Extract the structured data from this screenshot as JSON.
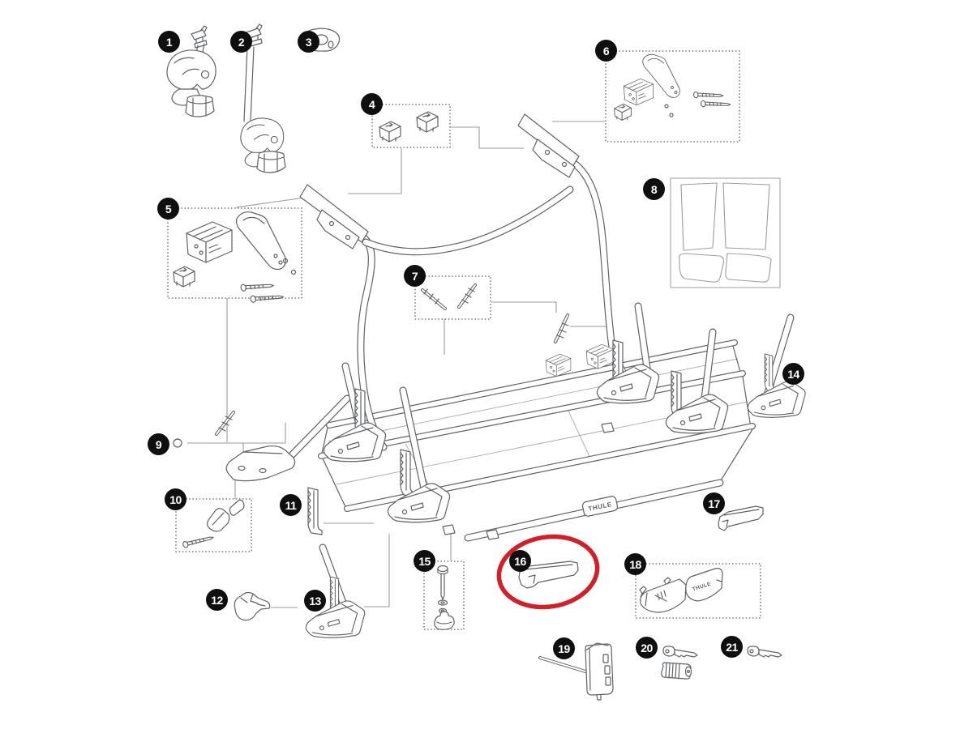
{
  "diagram": {
    "title": "Bike carrier exploded spare parts diagram",
    "brand_label": "THULE",
    "highlighted_part": "16",
    "callout_count": 21
  },
  "colors": {
    "background": "#ffffff",
    "line_art": "#5f6265",
    "leader_line": "#9a9a9a",
    "callout_bg": "#0f0f0f",
    "callout_text": "#ffffff",
    "highlight_ring": "#d0202a"
  },
  "callouts": [
    "1",
    "2",
    "3",
    "4",
    "5",
    "6",
    "7",
    "8",
    "9",
    "10",
    "11",
    "12",
    "13",
    "14",
    "15",
    "16",
    "17",
    "18",
    "19",
    "20",
    "21"
  ]
}
